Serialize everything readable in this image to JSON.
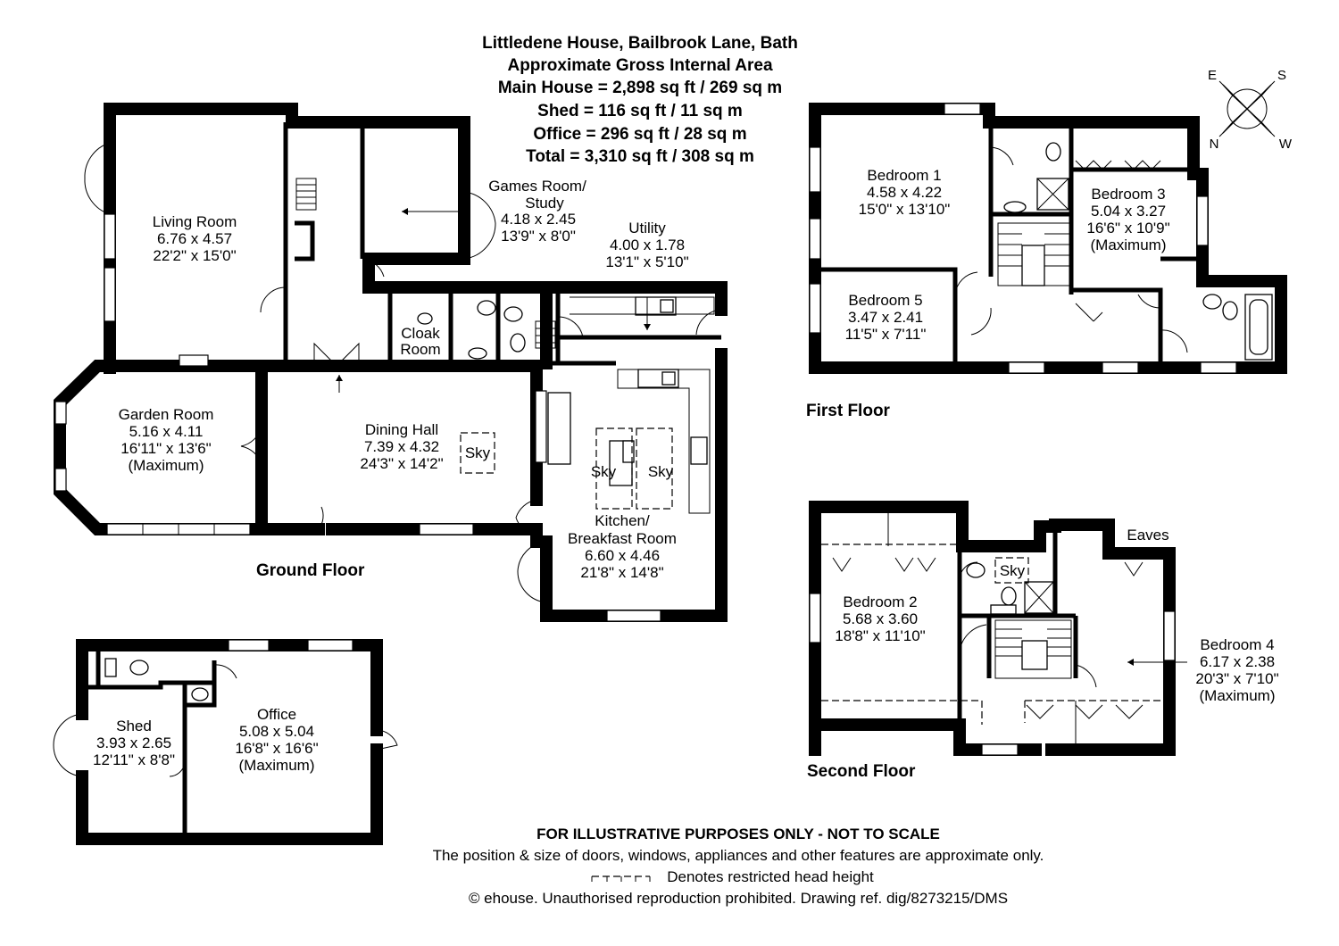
{
  "header": {
    "lines": [
      "Littledene House, Bailbrook Lane, Bath",
      "Approximate Gross Internal Area",
      "Main House = 2,898 sq ft / 269 sq m",
      "Shed = 116 sq ft / 11 sq m",
      "Office = 296 sq ft / 28 sq m",
      "Total = 3,310 sq ft / 308 sq m"
    ]
  },
  "floors": {
    "ground": "Ground Floor",
    "first": "First Floor",
    "second": "Second Floor"
  },
  "rooms": {
    "living_room": [
      "Living Room",
      "6.76 x 4.57",
      "22'2\" x 15'0\""
    ],
    "games_room": [
      "Games Room/",
      "Study",
      "4.18 x 2.45",
      "13'9\" x 8'0\""
    ],
    "utility": [
      "Utility",
      "4.00 x 1.78",
      "13'1\" x 5'10\""
    ],
    "cloak_room": [
      "Cloak",
      "Room"
    ],
    "garden_room": [
      "Garden Room",
      "5.16 x 4.11",
      "16'11\" x 13'6\"",
      "(Maximum)"
    ],
    "dining_hall": [
      "Dining Hall",
      "7.39 x 4.32",
      "24'3\" x 14'2\""
    ],
    "kitchen": [
      "Kitchen/",
      "Breakfast Room",
      "6.60 x 4.46",
      "21'8\" x 14'8\""
    ],
    "bedroom1": [
      "Bedroom 1",
      "4.58 x 4.22",
      "15'0\" x 13'10\""
    ],
    "bedroom3": [
      "Bedroom 3",
      "5.04 x 3.27",
      "16'6\" x 10'9\"",
      "(Maximum)"
    ],
    "bedroom5": [
      "Bedroom 5",
      "3.47 x 2.41",
      "11'5\" x 7'11\""
    ],
    "bedroom2": [
      "Bedroom 2",
      "5.68 x 3.60",
      "18'8\" x 11'10\""
    ],
    "bedroom4": [
      "Bedroom 4",
      "6.17 x 2.38",
      "20'3\" x 7'10\"",
      "(Maximum)"
    ],
    "shed": [
      "Shed",
      "3.93 x 2.65",
      "12'11\" x 8'8\""
    ],
    "office": [
      "Office",
      "5.08 x 5.04",
      "16'8\" x 16'6\"",
      "(Maximum)"
    ]
  },
  "labels": {
    "sky": "Sky",
    "eaves": "Eaves"
  },
  "compass": {
    "e": "E",
    "s": "S",
    "n": "N",
    "w": "W"
  },
  "footer": {
    "disclaimer": "FOR ILLUSTRATIVE PURPOSES ONLY - NOT TO SCALE",
    "note": "The position & size of doors, windows, appliances and other features are approximate only.",
    "legend": "Denotes restricted head height",
    "copyright": "© ehouse. Unauthorised reproduction prohibited. Drawing ref. dig/8273215/DMS"
  }
}
